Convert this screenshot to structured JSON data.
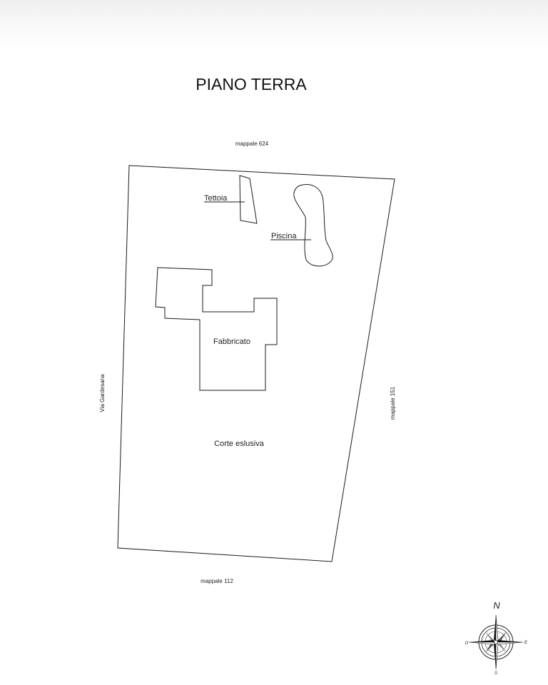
{
  "title": "PIANO TERRA",
  "labels": {
    "north_boundary": "mappale 624",
    "south_boundary": "mappale 112",
    "east_boundary": "mappale 151",
    "west_boundary": "Via  Gardesana",
    "canopy": "Tettoia",
    "pool": "Piscina",
    "building": "Fabbricato",
    "courtyard": "Corte  eslusiva"
  },
  "compass": {
    "north": "N",
    "south": "S",
    "east": "E",
    "west": "O"
  }
}
